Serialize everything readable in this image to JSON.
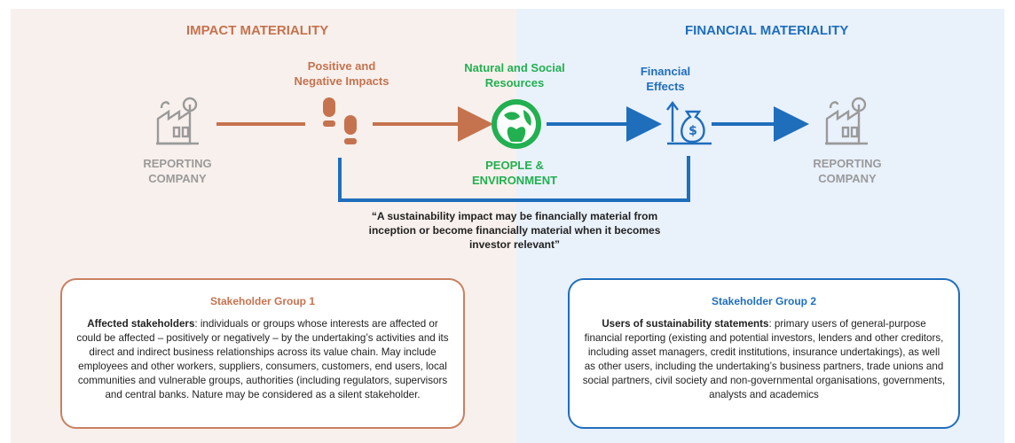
{
  "impact_heading": "IMPACT MATERIALITY",
  "financial_heading": "FINANCIAL MATERIALITY",
  "nodes": {
    "reporting_left": [
      "REPORTING",
      "COMPANY"
    ],
    "impacts": [
      "Positive and",
      "Negative Impacts"
    ],
    "resources": [
      "Natural and Social",
      "Resources"
    ],
    "people": [
      "PEOPLE &",
      "ENVIRONMENT"
    ],
    "financial_effects": [
      "Financial",
      "Effects"
    ],
    "reporting_right": [
      "REPORTING",
      "COMPANY"
    ]
  },
  "quote": "“A sustainability impact may be financially material from inception or become financially material when it becomes investor relevant”",
  "group1": {
    "title": "Stakeholder Group 1",
    "term": "Affected stakeholders",
    "text": ": individuals or groups whose interests are affected or could be affected – positively or negatively – by the undertaking’s activities and its direct and indirect business relationships across its value chain. May include employees and other workers, suppliers, consumers, customers, end users, local communities and vulnerable groups, authorities (including regulators, supervisors and central banks. Nature may be considered as a silent stakeholder."
  },
  "group2": {
    "title": "Stakeholder Group 2",
    "term": "Users of sustainability statements",
    "text": ": primary users of general-purpose financial reporting (existing and potential investors, lenders and other creditors, including asset managers, credit institutions, insurance undertakings), as well as other users, including the undertaking’s business partners, trade unions and social partners, civil society and non-governmental organisations, governments, analysts and academics"
  },
  "colors": {
    "impact": "#c5734f",
    "financial": "#1f6ebc",
    "green": "#22b050",
    "grey": "#9a9a9a"
  },
  "icons": [
    "factory-icon",
    "footprints-icon",
    "globe-leaf-icon",
    "money-bag-arrow-icon",
    "factory-icon"
  ]
}
